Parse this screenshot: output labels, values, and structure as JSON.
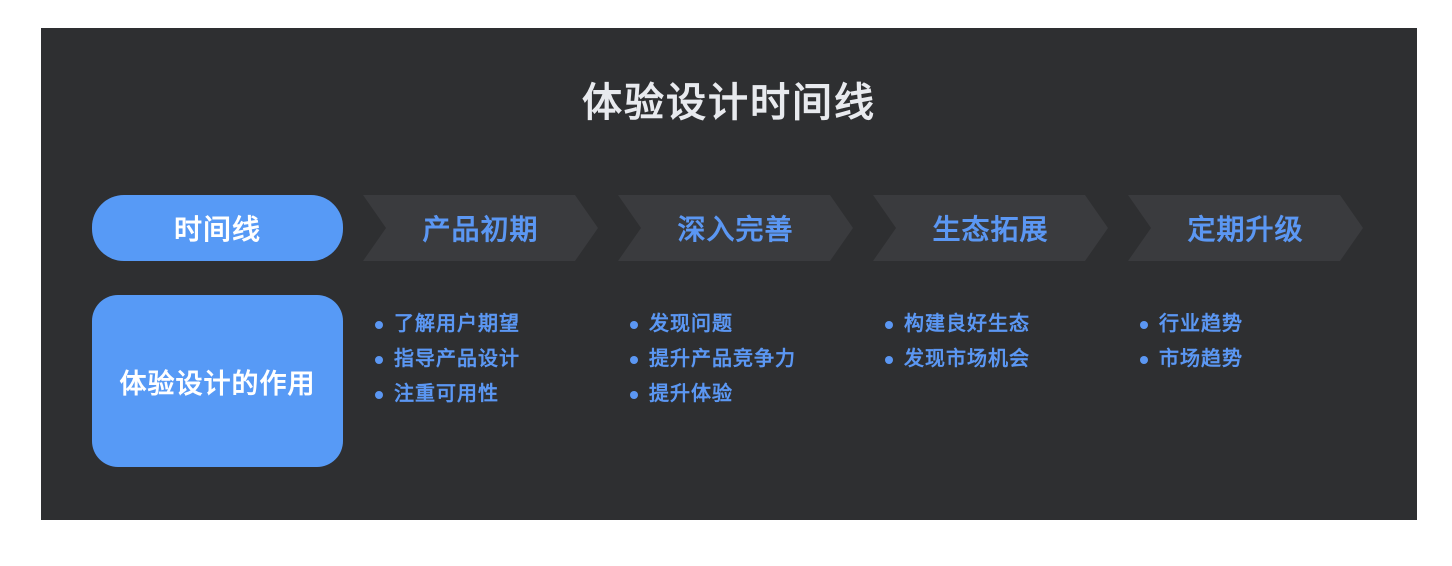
{
  "title": "体验设计时间线",
  "colors": {
    "panel_bg": "#2e2f31",
    "arrow_bg": "#3a3b3e",
    "accent_blue": "#579af6",
    "text_blue": "#5b97f3",
    "title_color": "#e8eaee"
  },
  "timeline": {
    "lead_label": "时间线",
    "role_label": "体验设计的作用",
    "stages": [
      {
        "label": "产品初期",
        "items": [
          "了解用户期望",
          "指导产品设计",
          "注重可用性"
        ]
      },
      {
        "label": "深入完善",
        "items": [
          "发现问题",
          "提升产品竞争力",
          "提升体验"
        ]
      },
      {
        "label": "生态拓展",
        "items": [
          "构建良好生态",
          "发现市场机会"
        ]
      },
      {
        "label": "定期升级",
        "items": [
          "行业趋势",
          "市场趋势"
        ]
      }
    ]
  }
}
